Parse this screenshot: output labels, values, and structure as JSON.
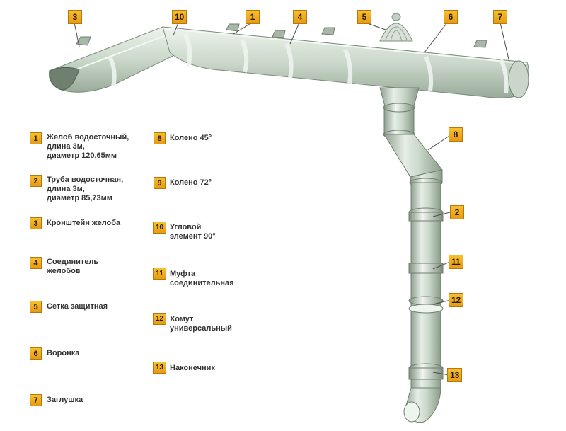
{
  "legend": [
    {
      "num": "1",
      "text": "Желоб водосточный,\nдлина 3м,\nдиаметр 120,65мм"
    },
    {
      "num": "2",
      "text": "Труба водосточная,\nдлина 3м,\nдиаметр 85,73мм"
    },
    {
      "num": "3",
      "text": "Кронштейн желоба"
    },
    {
      "num": "4",
      "text": "Соединитель\nжелобов"
    },
    {
      "num": "5",
      "text": "Сетка защитная"
    },
    {
      "num": "6",
      "text": "Воронка"
    },
    {
      "num": "7",
      "text": "Заглушка"
    },
    {
      "num": "8",
      "text": "Колено 45°"
    },
    {
      "num": "9",
      "text": "Колено 72°"
    },
    {
      "num": "10",
      "text": "Угловой\nэлемент 90°"
    },
    {
      "num": "11",
      "text": "Муфта\nсоединительная"
    },
    {
      "num": "12",
      "text": "Хомут\nуниверсальный"
    },
    {
      "num": "13",
      "text": "Наконечник"
    }
  ],
  "callouts": {
    "c3": "3",
    "c10": "10",
    "c1": "1",
    "c4": "4",
    "c5": "5",
    "c6": "6",
    "c7": "7",
    "c8": "8",
    "c2": "2",
    "c11": "11",
    "c12": "12",
    "c13": "13"
  },
  "colors": {
    "badge": "#eba71d",
    "pipe_light": "#dfe9df",
    "pipe_mid": "#b7c7b7",
    "pipe_dark": "#7f917f"
  }
}
